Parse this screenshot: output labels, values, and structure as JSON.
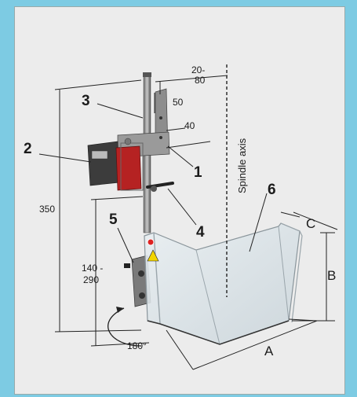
{
  "dimensions": {
    "height_total": "350",
    "offset": "20-\n80",
    "d50": "50",
    "d40": "40",
    "height_range": "140 -\n290",
    "rotation": "180°",
    "width_a": "A",
    "height_b": "B",
    "depth_c": "C"
  },
  "axis_label": "Spindle axis",
  "callouts": [
    "1",
    "2",
    "3",
    "4",
    "5",
    "6"
  ]
}
